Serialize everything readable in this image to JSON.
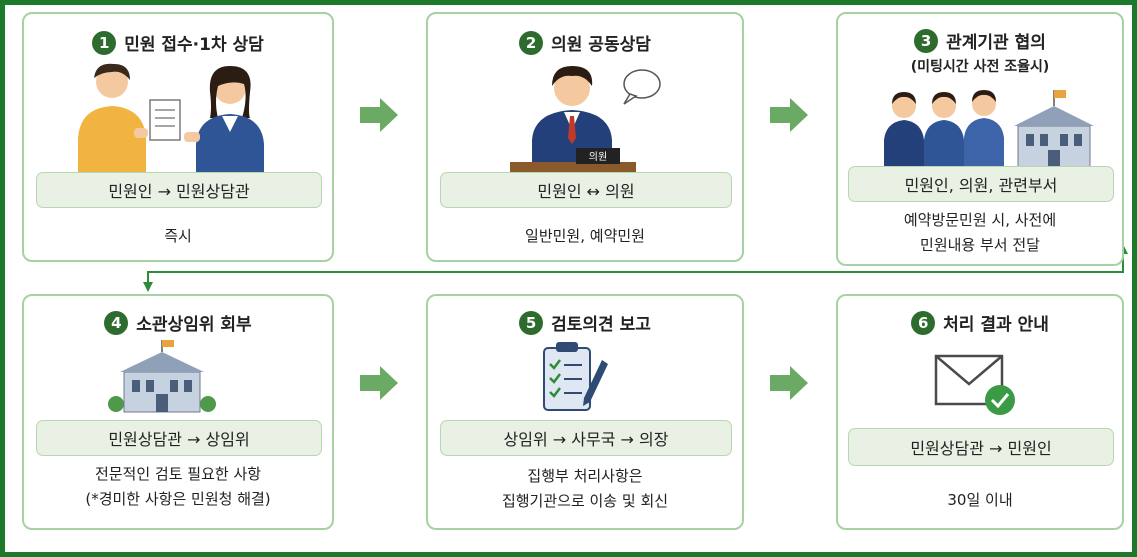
{
  "colors": {
    "frame": "#1c7a2a",
    "card_border": "#a9d0a4",
    "bar_fill": "#e8f1e4",
    "number_badge": "#2e6b2e",
    "arrow": "#6aaa64"
  },
  "steps": [
    {
      "number": "1",
      "title": "민원 접수·1차 상담",
      "subtitle": "",
      "flow": "민원인 → 민원상담관",
      "notes": [
        "즉시"
      ],
      "icon": "consultation-people-icon"
    },
    {
      "number": "2",
      "title": "의원 공동상담",
      "subtitle": "",
      "flow": "민원인 ↔ 의원",
      "notes": [
        "일반민원, 예약민원"
      ],
      "icon": "council-member-icon",
      "nameplate": "의원"
    },
    {
      "number": "3",
      "title": "관계기관 협의",
      "subtitle": "(미팅시간 사전 조율시)",
      "flow": "민원인, 의원, 관련부서",
      "notes": [
        "예약방문민원 시, 사전에",
        "민원내용 부서 전달"
      ],
      "icon": "officials-building-icon"
    },
    {
      "number": "4",
      "title": "소관상임위 회부",
      "subtitle": "",
      "flow": "민원상담관 → 상임위",
      "notes": [
        "전문적인 검토 필요한 사항",
        "(*경미한 사항은 민원청 해결)"
      ],
      "icon": "government-building-icon"
    },
    {
      "number": "5",
      "title": "검토의견 보고",
      "subtitle": "",
      "flow": "상임위 → 사무국 → 의장",
      "notes": [
        "집행부 처리사항은",
        "집행기관으로 이송 및 회신"
      ],
      "icon": "clipboard-checklist-icon"
    },
    {
      "number": "6",
      "title": "처리 결과 안내",
      "subtitle": "",
      "flow": "민원상담관 → 민원인",
      "notes": [
        "30일 이내"
      ],
      "icon": "envelope-check-icon"
    }
  ]
}
